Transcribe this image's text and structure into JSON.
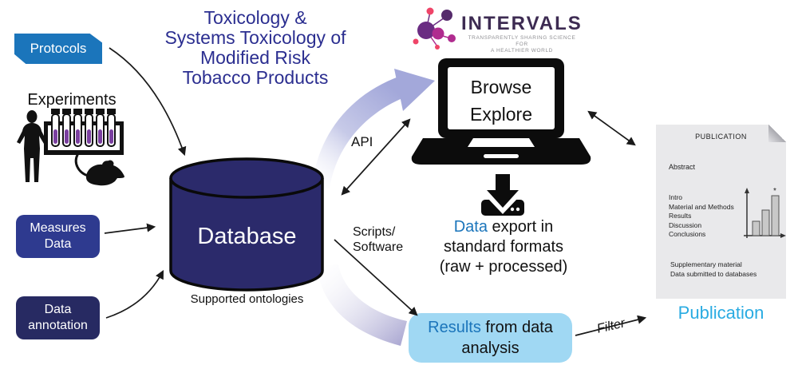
{
  "title": "Toxicology &\nSystems Toxicology of\nModified Risk\nTobacco Products",
  "logo": {
    "name": "INTERVALS",
    "tagline1": "TRANSPARENTLY SHARING SCIENCE FOR",
    "tagline2": "A HEALTHIER WORLD"
  },
  "sources": {
    "protocols": "Protocols",
    "experiments": "Experiments",
    "measures": "Measures\nData",
    "annotation": "Data\nannotation"
  },
  "database": {
    "label": "Database",
    "caption": "Supported ontologies"
  },
  "connections": {
    "api": "API",
    "scripts": "Scripts/\nSoftware",
    "filter": "Filter"
  },
  "laptop": {
    "screen_line1": "Browse",
    "screen_line2": "Explore"
  },
  "export": {
    "highlight": "Data",
    "line1_rest": " export in",
    "line2": "standard formats",
    "line3": "(raw + processed)"
  },
  "results": {
    "highlight": "Results",
    "line1_rest": " from data",
    "line2": "analysis"
  },
  "publication": {
    "doc_title": "PUBLICATION",
    "abstract": "Abstract",
    "sections": [
      "Intro",
      "Material and Methods",
      "Results",
      "Discussion",
      "Conclusions"
    ],
    "supplementary": "Supplementary material\nData submitted to databases",
    "chart_annotation": "*",
    "label": "Publication"
  },
  "colors": {
    "title_blue": "#2b2e90",
    "protocols_blue": "#1b75bb",
    "measures_navy": "#2e3a8f",
    "annotation_navy": "#272a62",
    "database_navy": "#2b2a6b",
    "swoosh_lavender": "#a3a8da",
    "results_bg": "#a0d8f3",
    "link_blue": "#1b75bb",
    "publication_label_blue": "#29abe2",
    "logo_purple": "#3d2b52",
    "logo_magenta": "#b02c8f",
    "logo_pink": "#ef4468",
    "tube_liquid_purple": "#7b3fa0"
  },
  "icons": {
    "person": "human-silhouette-icon",
    "test_tubes": "test-tube-rack-icon",
    "rat": "rat-silhouette-icon",
    "laptop": "laptop-icon",
    "download": "data-export-download-icon",
    "document": "publication-document-icon",
    "molecule": "intervals-logo-icon"
  }
}
